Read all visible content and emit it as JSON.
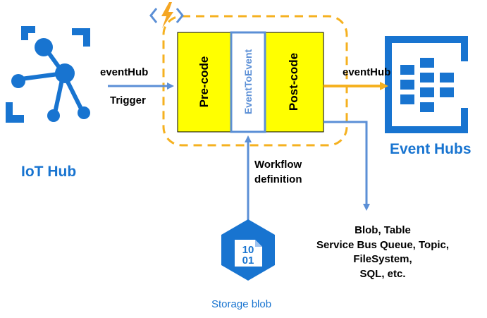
{
  "iot_hub": {
    "label": "IoT Hub"
  },
  "event_hubs": {
    "label": "Event Hubs"
  },
  "function": {
    "pre_code": "Pre-code",
    "event_to_event": "EventToEvent",
    "post_code": "Post-code"
  },
  "input_arrow": {
    "top_label": "eventHub",
    "bottom_label": "Trigger"
  },
  "output_arrow": {
    "label": "eventHub"
  },
  "workflow_arrow": {
    "line1": "Workflow",
    "line2": "definition"
  },
  "storage_blob": {
    "label": "Storage blob",
    "icon_line1": "10",
    "icon_line2": "01"
  },
  "outputs": {
    "lines": [
      "Blob, Table",
      "Service Bus Queue, Topic,",
      "FileSystem,",
      "SQL, etc."
    ]
  },
  "colors": {
    "azure_blue": "#1874D0",
    "arrow_blue": "#5B8FD6",
    "orange": "#F5B120",
    "yellow": "#FFFF00",
    "lightning": "#F5A623"
  }
}
